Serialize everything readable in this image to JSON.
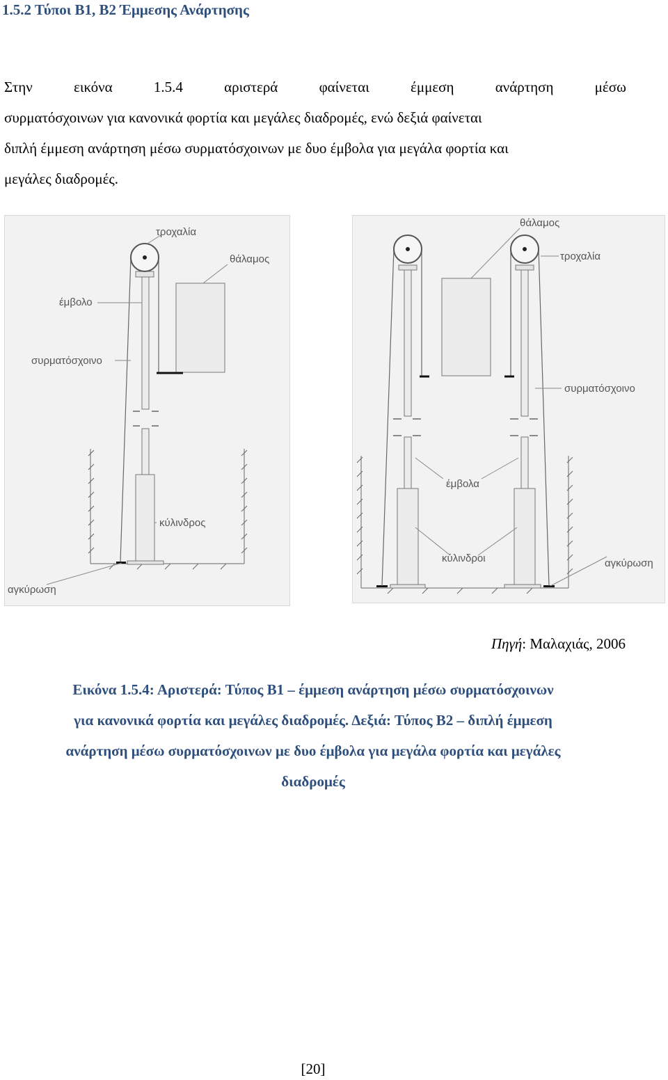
{
  "heading": "1.5.2 Τύποι Β1, Β2 Έμμεσης Ανάρτησης",
  "paragraph": {
    "line1_words": [
      "Στην",
      "εικόνα",
      "1.5.4",
      "αριστερά",
      "φαίνεται",
      "έμμεση",
      "ανάρτηση",
      "μέσω"
    ],
    "line2": "συρματόσχοινων για κανονικά φορτία και μεγάλες διαδρομές, ενώ δεξιά φαίνεται",
    "line3": "διπλή έμμεση ανάρτηση μέσω συρματόσχοινων με δυο έμβολα για μεγάλα φορτία και",
    "line4": "μεγάλες διαδρομές."
  },
  "figure_left": {
    "labels": {
      "pulley": "τροχαλία",
      "car": "θάλαμος",
      "ram": "έμβολο",
      "rope": "συρματόσχοινο",
      "cylinder": "κύλινδρος",
      "anchor": "αγκύρωση"
    }
  },
  "figure_right": {
    "labels": {
      "car": "θάλαμος",
      "pulley": "τροχαλία",
      "rope": "συρματόσχοινο",
      "rams": "έμβολα",
      "cylinders": "κύλινδροι",
      "anchor": "αγκύρωση"
    }
  },
  "source": {
    "prefix": "Πηγή",
    "text": ": Μαλαχιάς, 2006"
  },
  "caption": {
    "line1": "Εικόνα 1.5.4: Αριστερά: Τύπος Β1 – έμμεση ανάρτηση μέσω συρματόσχοινων",
    "line2": "για κανονικά φορτία και μεγάλες διαδρομές. Δεξιά: Τύπος Β2 – διπλή έμμεση",
    "line3": "ανάρτηση μέσω συρματόσχοινων με δυο έμβολα για μεγάλα φορτία και μεγάλες",
    "line4": "διαδρομές"
  },
  "page_number": "[20]"
}
